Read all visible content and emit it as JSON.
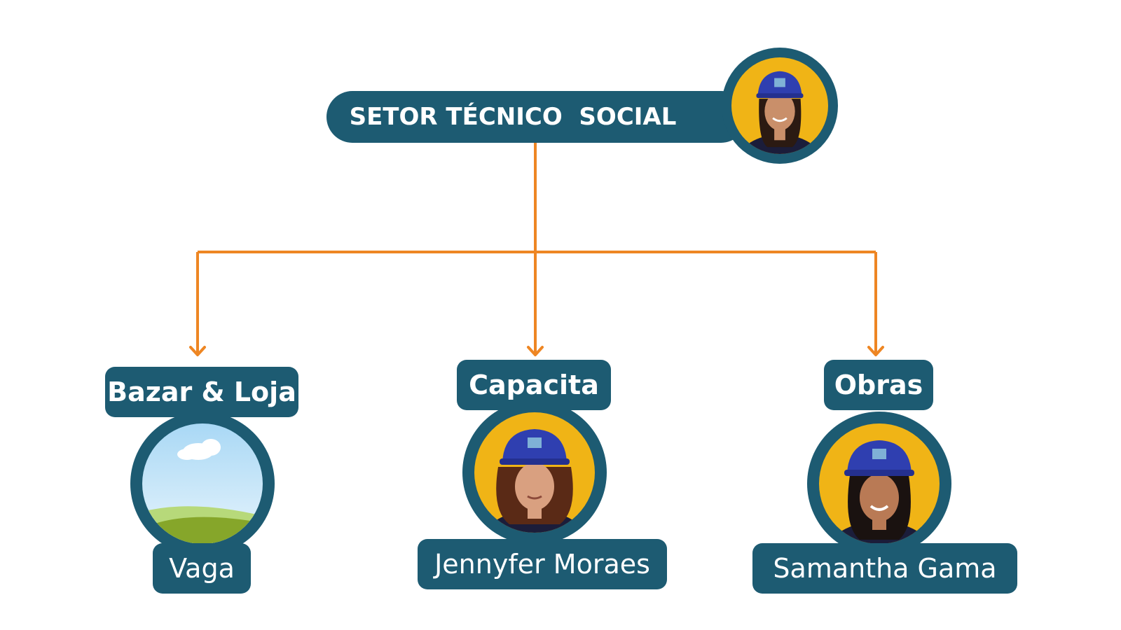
{
  "root": {
    "title": "SETOR TÉCNICO  SOCIAL",
    "photo": "person-avatar-icon"
  },
  "departments": [
    {
      "label": "Bazar & Loja",
      "person": "Vaga",
      "photo": "placeholder-landscape-icon"
    },
    {
      "label": "Capacita",
      "person": "Jennyfer Moraes",
      "photo": "person-avatar-icon"
    },
    {
      "label": "Obras",
      "person": "Samantha Gama",
      "photo": "person-avatar-icon"
    }
  ],
  "colors": {
    "node": "#1d5b72",
    "connector": "#ee8623",
    "photo_background": "#f0b416",
    "helmet": "#2f3fb0"
  }
}
